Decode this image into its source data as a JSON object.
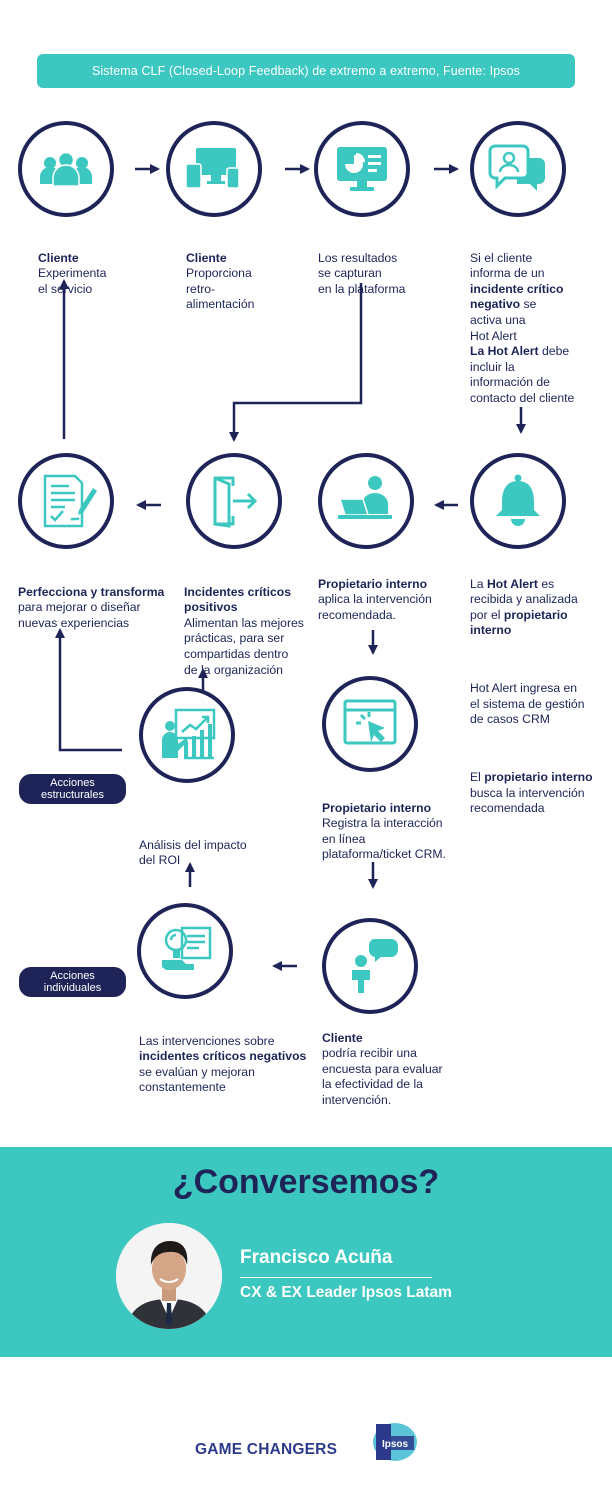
{
  "header": {
    "title": "Sistema CLF (Closed-Loop Feedback) de extremo a extremo, Fuente: Ipsos"
  },
  "steps": {
    "s1": {
      "bold": "Cliente",
      "rest": "Experimenta\nel servicio"
    },
    "s2": {
      "bold": "Cliente",
      "rest": "Proporciona\nretro-\nalimentación"
    },
    "s3": {
      "text": "Los resultados\nse capturan\nen la plataforma"
    },
    "s4": {
      "t1": "Si el cliente\ninforma de un\n",
      "b1": "incidente crítico\nnegativo",
      "t2": " se\nactiva una\nHot Alert\n",
      "b2": "La Hot Alert",
      "t3": " debe\nincluir la\ninformación de\ncontacto del cliente"
    },
    "s5": {
      "t1": "La ",
      "b1": "Hot Alert",
      "t2": " es\nrecibida y analizada\npor el ",
      "b2": "propietario\ninterno",
      "p2": "Hot Alert ingresa en\nel sistema de gestión\nde casos CRM",
      "p3a": "El ",
      "p3b": "propietario interno",
      "p3c": "\nbusca la intervención\nrecomendada"
    },
    "s6": {
      "bold": "Propietario interno",
      "rest": "aplica la intervención\nrecomendada."
    },
    "s7": {
      "bold": "Incidentes críticos\npositivos",
      "rest": "Alimentan las mejores\nprácticas, para ser\ncompartidas dentro\nde la organización"
    },
    "s8": {
      "bold": "Perfecciona y transforma",
      "rest": "para mejorar o diseñar\nnuevas experiencias"
    },
    "s9": {
      "bold": "Propietario interno",
      "rest": "Registra la interacción\nen línea\nplataforma/ticket CRM."
    },
    "s10": {
      "bold": "Cliente",
      "rest": "podría recibir una\nencuesta para evaluar\nla efectividad de la\nintervención."
    },
    "s11": {
      "t1": "Las intervenciones sobre\n",
      "b1": "incidentes críticos negativos",
      "t2": "\nse evalúan y mejoran\nconstantemente"
    },
    "s12": {
      "text": "Análisis del impacto\ndel ROI"
    }
  },
  "pills": {
    "structural": "Acciones\nestructurales",
    "individual": "Acciones\nindividuales"
  },
  "icons": {
    "n1": "group-people-icon",
    "n2": "devices-icon",
    "n3": "monitor-chart-icon",
    "n4": "chat-person-icon",
    "n5": "bell-icon",
    "n6": "laptop-user-icon",
    "n7": "exit-door-icon",
    "n8": "signed-document-icon",
    "n9": "web-click-icon",
    "n10": "speaking-person-icon",
    "n11": "magnifier-document-icon",
    "n12": "growth-presentation-icon"
  },
  "cta": {
    "title": "¿Conversemos?",
    "name": "Francisco Acuña",
    "role": "CX & EX Leader Ipsos Latam"
  },
  "footer": {
    "brand": "GAME CHANGERS",
    "logo_text": "Ipsos"
  },
  "colors": {
    "navy": "#1e2457",
    "teal": "#3cc8c0",
    "brand_blue": "#2d3a8c"
  }
}
